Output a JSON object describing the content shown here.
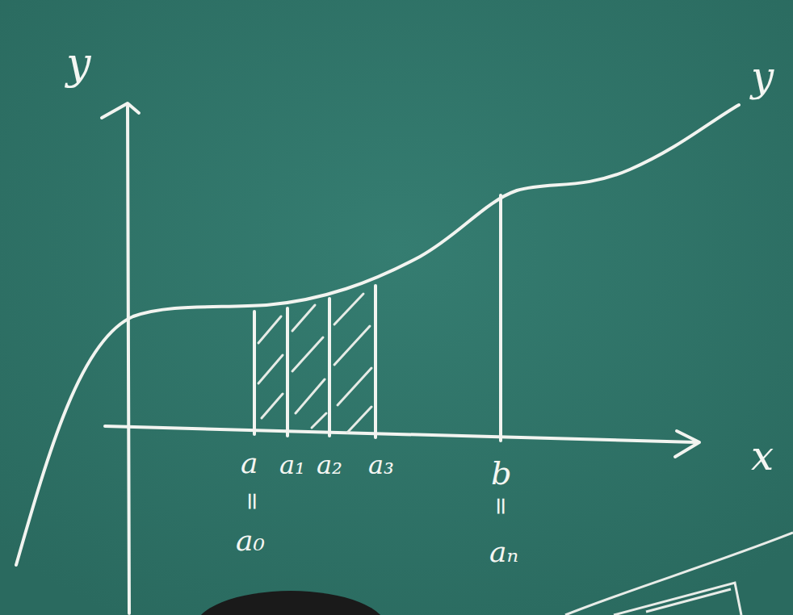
{
  "diagram": {
    "labels": [
      "y",
      "y",
      "x",
      "a",
      "a₁",
      "a₂",
      "a₃",
      "b",
      "=",
      "=",
      "a₀",
      "aₙ"
    ]
  }
}
